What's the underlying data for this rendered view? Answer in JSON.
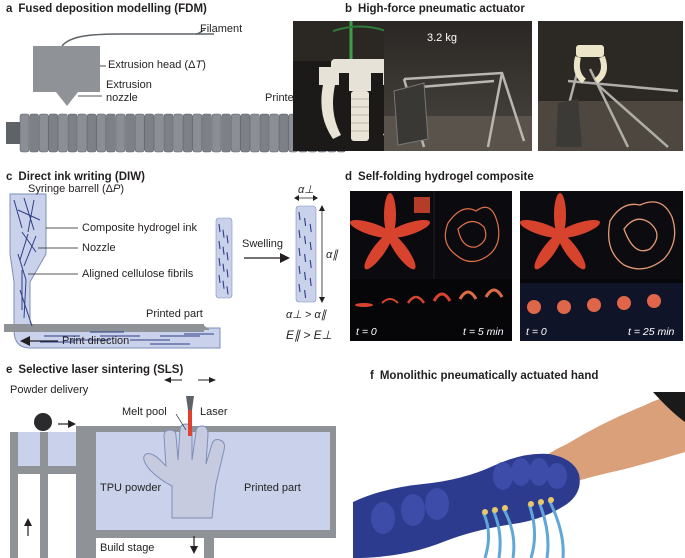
{
  "colors": {
    "blue_light": "#c9d2ea",
    "blue_mid": "#7f8fb8",
    "gray_block": "#8f9398",
    "gray_dark": "#5e6368",
    "fiber": "#2e3f86",
    "laser_red": "#e0402e"
  },
  "panel_a": {
    "letter": "a",
    "title": "Fused deposition modelling (FDM)",
    "filament": "Filament",
    "extrusion_head_prefix": "Extrusion head (Δ",
    "extrusion_head_var": "T",
    "extrusion_head_suffix": ")",
    "extrusion_nozzle_line1": "Extrusion",
    "extrusion_nozzle_line2": "nozzle",
    "printed_part": "Printed part"
  },
  "panel_b": {
    "letter": "b",
    "title": "High-force pneumatic actuator",
    "weight_label": "3.2 kg"
  },
  "panel_c": {
    "letter": "c",
    "title": "Direct ink writing (DIW)",
    "syringe_prefix": "Syringe barrell (Δ",
    "syringe_var": "P",
    "syringe_suffix": ")",
    "composite_ink": "Composite hydrogel ink",
    "nozzle": "Nozzle",
    "aligned_fibrils": "Aligned cellulose fibrils",
    "printed_part": "Printed part",
    "print_direction": "Print direction",
    "swelling": "Swelling",
    "alpha_perp": "α⊥",
    "alpha_par": "α∥",
    "ineq_alpha": "α⊥ > α∥",
    "ineq_E": "E∥ > E⊥"
  },
  "panel_d": {
    "letter": "d",
    "title": "Self-folding hydrogel composite",
    "left_t0": "t = 0",
    "left_t1": "t = 5 min",
    "right_t0": "t = 0",
    "right_t1": "t = 25 min"
  },
  "panel_e": {
    "letter": "e",
    "title": "Selective laser sintering (SLS)",
    "powder_delivery": "Powder delivery",
    "melt_pool": "Melt pool",
    "laser": "Laser",
    "tpu_powder": "TPU powder",
    "printed_part": "Printed part",
    "build_stage": "Build stage"
  },
  "panel_f": {
    "letter": "f",
    "title": "Monolithic pneumatically actuated hand"
  }
}
